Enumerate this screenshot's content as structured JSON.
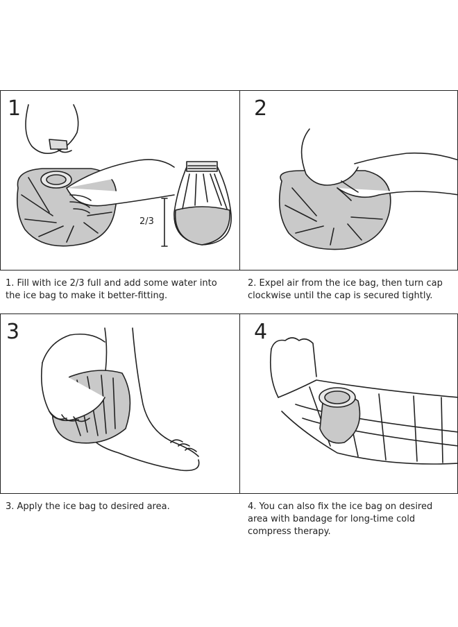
{
  "steps": [
    {
      "number": "1",
      "caption_lines": [
        "1. Fill with ice 2/3 full and add some water into",
        "the ice bag to make it better-fitting."
      ],
      "fill_label": "2/3"
    },
    {
      "number": "2",
      "caption_lines": [
        "2. Expel air from the ice bag, then turn cap",
        "clockwise until the cap is secured tightly."
      ]
    },
    {
      "number": "3",
      "caption_lines": [
        "3. Apply the ice bag to desired area."
      ]
    },
    {
      "number": "4",
      "caption_lines": [
        "4. You can also fix the ice bag on desired",
        "area with bandage for long-time cold",
        "compress therapy."
      ]
    }
  ],
  "colors": {
    "line": "#222222",
    "bag_fill": "#c9c9c9",
    "panel_bg": "#ffffff"
  }
}
